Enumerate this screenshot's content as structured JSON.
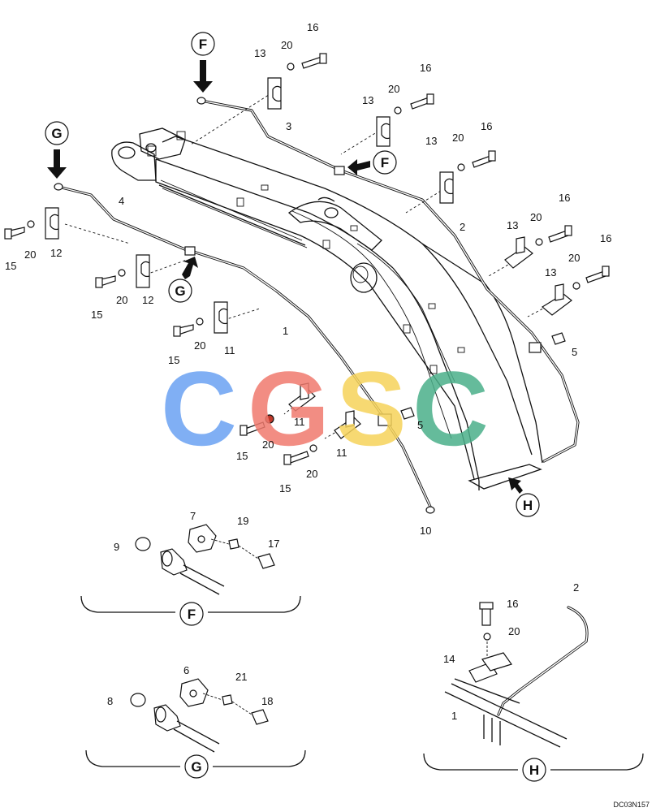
{
  "drawing_code": "DC03N157",
  "watermark": {
    "letters": [
      "C",
      "G",
      "S",
      "C"
    ],
    "colors": [
      "#6aa2f3",
      "#f07a6e",
      "#f6d35a",
      "#4bb08a"
    ]
  },
  "view_markers": {
    "F": "F",
    "G": "G",
    "H": "H"
  },
  "callouts": {
    "c16a": "16",
    "c20a": "20",
    "c13a": "13",
    "c16b": "16",
    "c20b": "20",
    "c13b": "13",
    "c16c": "16",
    "c20c": "20",
    "c13c": "13",
    "c16d": "16",
    "c20d": "20",
    "c13d": "13",
    "c16e": "16",
    "c20e": "20",
    "c13e": "13",
    "c3": "3",
    "c4": "4",
    "c2": "2",
    "c1": "1",
    "c15a": "15",
    "c20f": "20",
    "c12a": "12",
    "c15b": "15",
    "c20g": "20",
    "c12b": "12",
    "c15c": "15",
    "c20h": "20",
    "c11a": "11",
    "c11b": "11",
    "c15d": "15",
    "c20i": "20",
    "c11c": "11",
    "c15e": "15",
    "c20j": "20",
    "c5a": "5",
    "c5b": "5",
    "c10": "10",
    "c7": "7",
    "c19": "19",
    "c9": "9",
    "c17": "17",
    "c6": "6",
    "c21": "21",
    "c8": "8",
    "c18": "18",
    "c2h": "2",
    "c16h": "16",
    "c20h2": "20",
    "c14": "14",
    "c1h": "1"
  }
}
